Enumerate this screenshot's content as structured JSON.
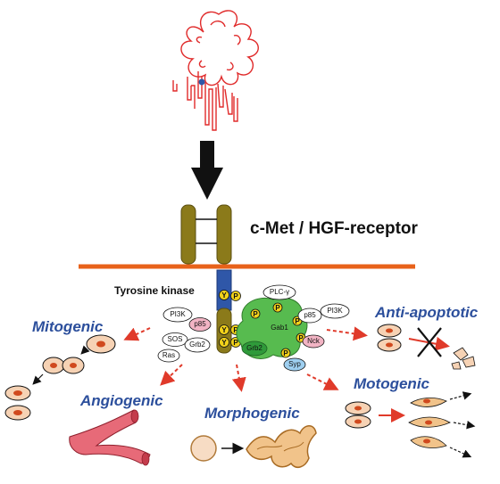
{
  "labels": {
    "receptor": "c-Met / HGF-receptor",
    "kinase": "Tyrosine kinase",
    "mitogenic": "Mitogenic",
    "angiogenic": "Angiogenic",
    "morphogenic": "Morphogenic",
    "motogenic": "Motogenic",
    "anti_apoptotic": "Anti-apoptotic"
  },
  "proteins": {
    "pi3k_left": "PI3K",
    "p85_left": "p85",
    "sos": "SOS",
    "grb2_left": "Grb2",
    "ras": "Ras",
    "plc": "PLC-γ",
    "p85_right": "p85",
    "pi3k_right": "PI3K",
    "gab1": "Gab1",
    "grb2_right": "Grb2",
    "nck": "Nck",
    "syp": "Syp"
  },
  "residues": {
    "y": "Y",
    "p": "P"
  },
  "colors": {
    "membrane": "#e8621a",
    "receptor": "#8b7a1a",
    "kinase": "#2f57a8",
    "gab1": "#57bb4f",
    "hgf": "#e02a2a",
    "arrow": "#e03a2a",
    "label": "#2c4f9c",
    "phospho": "#f2d21b"
  }
}
